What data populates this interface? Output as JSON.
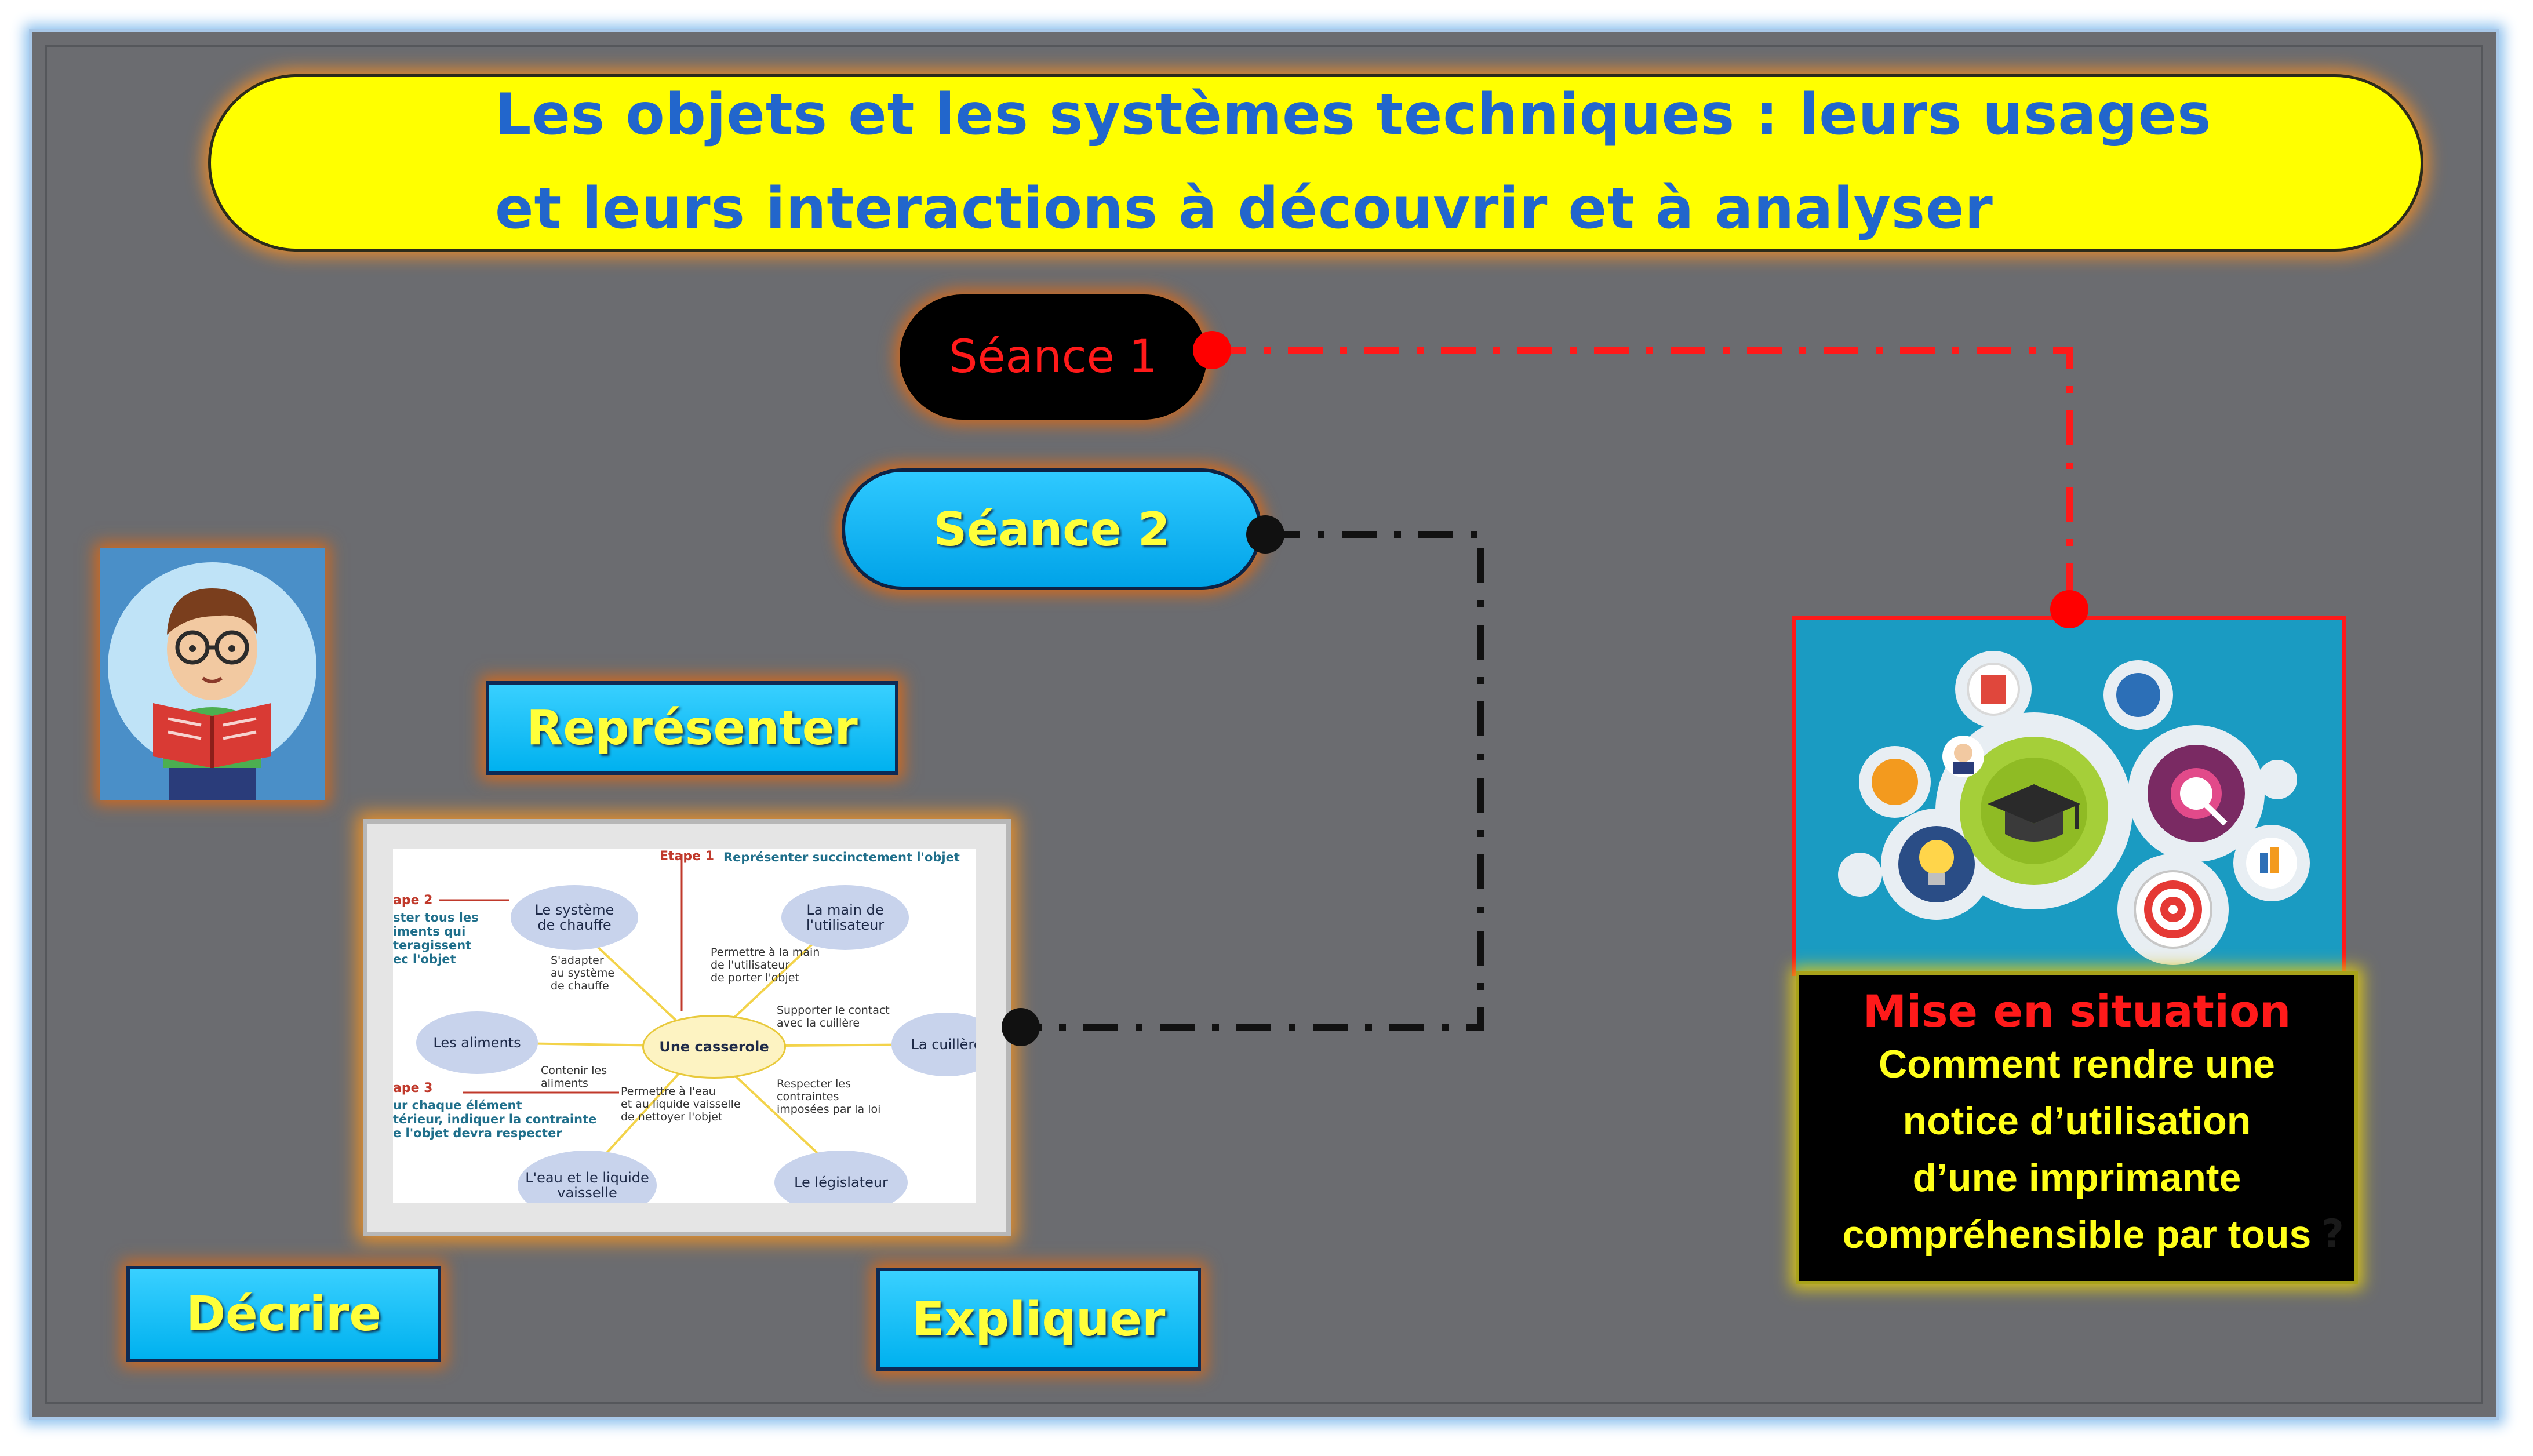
{
  "title": {
    "line1": "Les objets et les systèmes techniques : leurs usages",
    "line2": "et leurs interactions à découvrir et à analyser"
  },
  "sessions": {
    "seance1": "Séance 1",
    "seance2": "Séance 2"
  },
  "buttons": {
    "representer": "Représenter",
    "decrire": "Décrire",
    "expliquer": "Expliquer"
  },
  "mindmap": {
    "etape1": "Etape 1",
    "etape1_text": "Représenter succinctement l'objet",
    "etape2": "ape 2",
    "etape2_text": "ster tous les\niments qui\nteragissent\nec l'objet",
    "etape3": "ape 3",
    "etape3_text": "ur chaque élément\ntérieur, indiquer la contrainte\ne l'objet devra respecter",
    "center": "Une casserole",
    "nodes": {
      "chauffe": "Le système\nde chauffe",
      "main": "La main de\nl'utilisateur",
      "aliments": "Les aliments",
      "cuillere": "La cuillère",
      "eau": "L'eau et le liquide\nvaisselle",
      "legislateur": "Le législateur"
    },
    "labels": {
      "adapter": "S'adapter\nau système\nde chauffe",
      "porter": "Permettre à la main\nde l'utilisateur\nde porter l'objet",
      "supporter": "Supporter le contact\navec la cuillère",
      "contenir": "Contenir les\naliments",
      "nettoyer": "Permettre à l'eau\net au liquide vaisselle\nde nettoyer l'objet",
      "respecter": "Respecter les\ncontraintes\nimposées par la loi"
    }
  },
  "mise_en_situation": {
    "title": "Mise en situation",
    "lines": [
      "Comment rendre une",
      "notice d’utilisation",
      "d’une imprimante",
      "compréhensible par tous"
    ],
    "trailing_mark": "?"
  },
  "colors": {
    "background": "#6b6c70",
    "title_fill": "#ffff00",
    "title_text": "#2266cc",
    "accent_red": "#ff0000",
    "button_blue": "#00b1ef",
    "button_text": "#ffff3a",
    "glow": "#d26a1e"
  },
  "icons": [
    "reader-icon",
    "gears-education-icon",
    "graduation-cap-icon",
    "target-icon",
    "lightbulb-icon"
  ]
}
